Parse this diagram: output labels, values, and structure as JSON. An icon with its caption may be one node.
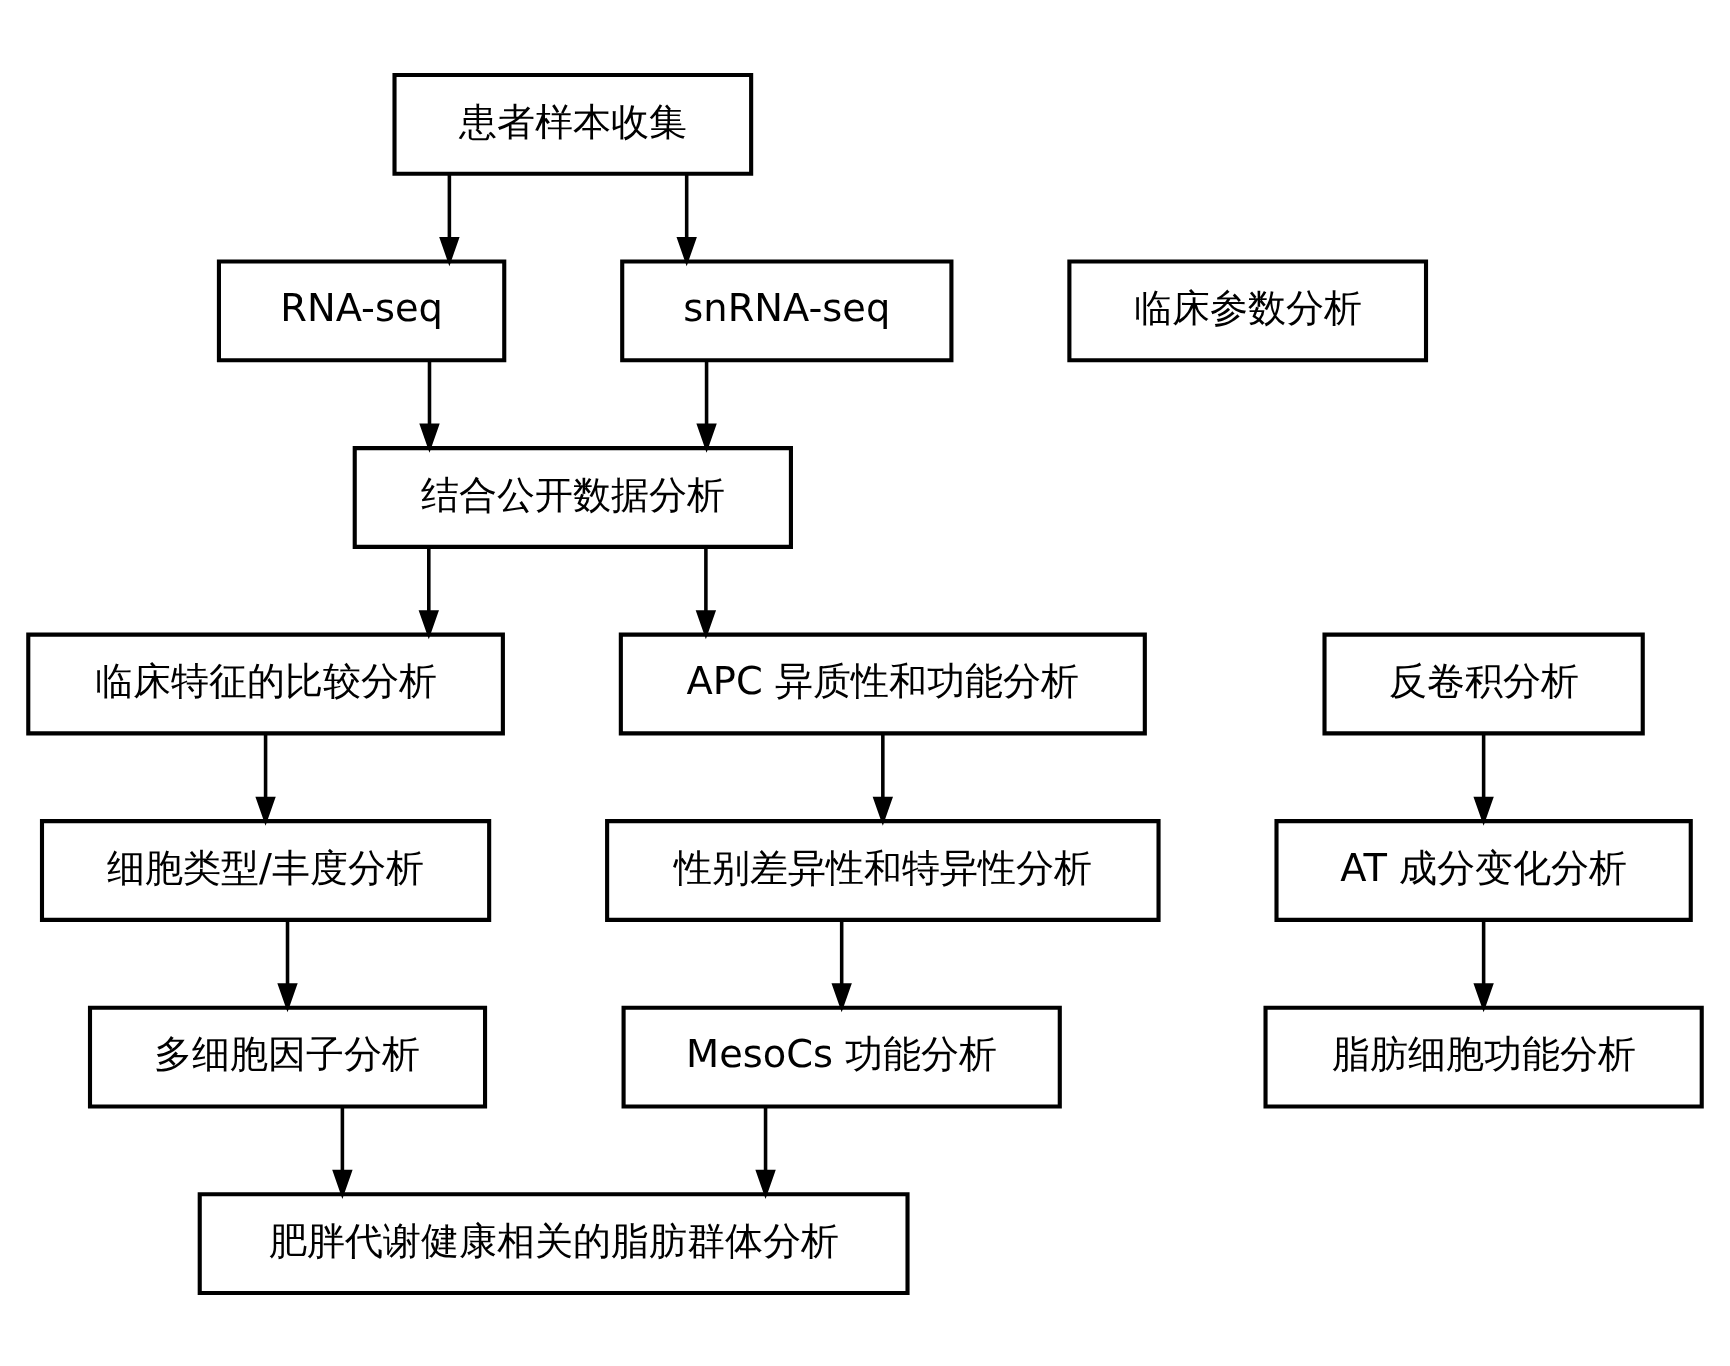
{
  "diagram": {
    "nodes": [
      {
        "text": [
          "患者样本收集"
        ]
      },
      {
        "text": [
          "RNA-seq"
        ]
      },
      {
        "text": [
          "临床参数分析"
        ]
      },
      {
        "text": [
          "snRNA-seq"
        ]
      },
      {
        "text": [
          "结合公开数据分析"
        ]
      },
      {
        "text": [
          "临床特征的比较分析"
        ]
      },
      {
        "text": [
          "反卷积分析"
        ]
      },
      {
        "text": [
          "APC 异质性和功能分析"
        ]
      },
      {
        "text": [
          "细胞类型/丰度分析"
        ]
      },
      {
        "text": [
          "AT 成分变化分析"
        ]
      },
      {
        "text": [
          "性别差异性和特异性分析"
        ]
      },
      {
        "text": [
          "多细胞因子分析"
        ]
      },
      {
        "text": [
          "脂肪细胞功能分析"
        ]
      },
      {
        "text": [
          "MesoCs 功能分析"
        ]
      },
      {
        "text": [
          "肥胖代谢健康相关的脂肪群体分析"
        ]
      }
    ],
    "edges": [
      {
        "from": 0,
        "to": 1,
        "arrow": "to"
      },
      {
        "from": 0,
        "to": 3,
        "arrow": "to"
      },
      {
        "from": 1,
        "to": 4,
        "arrow": "to"
      },
      {
        "from": 3,
        "to": 4,
        "arrow": "to"
      },
      {
        "from": 4,
        "to": 5,
        "arrow": "to"
      },
      {
        "from": 4,
        "to": 7,
        "arrow": "to"
      },
      {
        "from": 5,
        "to": 8,
        "arrow": "to"
      },
      {
        "from": 8,
        "to": 11,
        "arrow": "to"
      },
      {
        "from": 6,
        "to": 9,
        "arrow": "to"
      },
      {
        "from": 9,
        "to": 12,
        "arrow": "to"
      },
      {
        "from": 7,
        "to": 10,
        "arrow": "to"
      },
      {
        "from": 10,
        "to": 13,
        "arrow": "to"
      },
      {
        "from": 11,
        "to": 14,
        "arrow": "to"
      },
      {
        "from": 13,
        "to": 14,
        "arrow": "to"
      }
    ]
  }
}
